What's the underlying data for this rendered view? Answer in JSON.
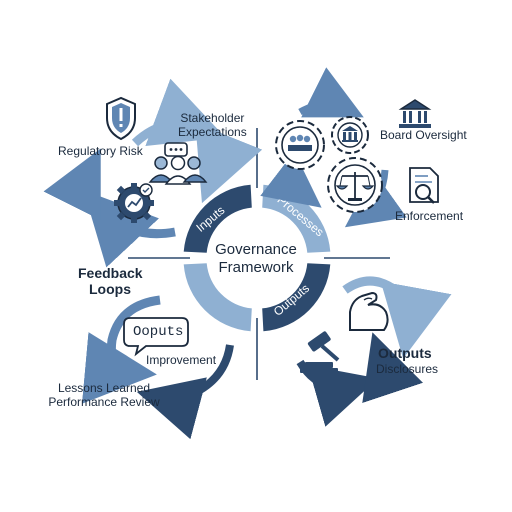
{
  "center": {
    "line1": "Governance",
    "line2": "Framework"
  },
  "ring": {
    "inputs": "Inputs",
    "processes": "Processes",
    "outputs": "Outputs"
  },
  "inputs_quadrant": {
    "regulatory_risk": "Regulatory Risk",
    "stakeholder_line1": "Stakeholder",
    "stakeholder_line2": "Expectations"
  },
  "processes_quadrant": {
    "board_oversight": "Board Oversight",
    "enforcement": "Enforcement"
  },
  "outputs_quadrant": {
    "title": "Outputs",
    "disclosures": "Disclosures"
  },
  "feedback_quadrant": {
    "title_line1": "Feedback",
    "title_line2": "Loops",
    "bubble_text": "Ooputs",
    "improvement": "Improvement",
    "lessons_learned": "Lessons Learned",
    "performance_review": "Performance Review"
  },
  "colors": {
    "navy": "#2d4a6e",
    "mid_blue": "#5f86b3",
    "light_blue": "#9bb8d6",
    "ink": "#1b2a3d"
  }
}
